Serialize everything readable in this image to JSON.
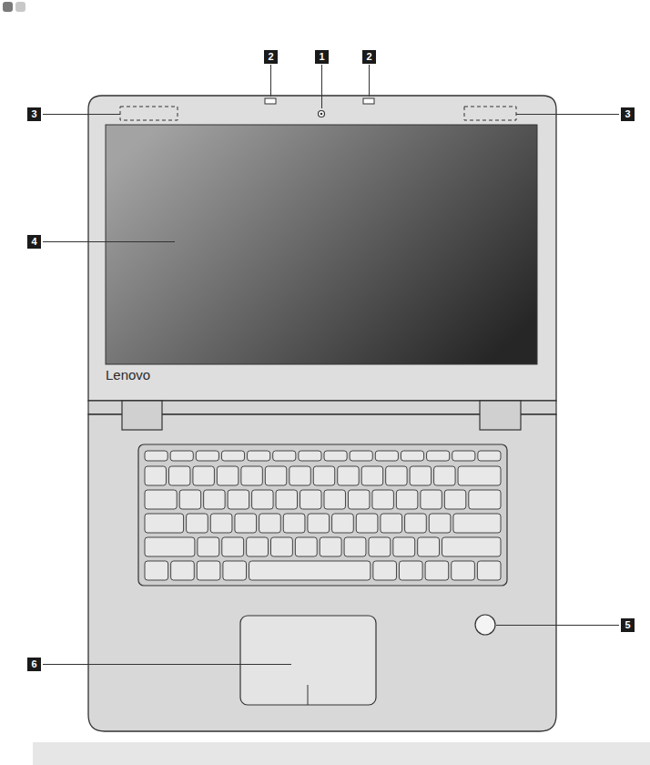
{
  "diagram": {
    "labels": [
      "2",
      "1",
      "2",
      "3",
      "3",
      "4",
      "Lenovo",
      "5",
      "6"
    ]
  }
}
